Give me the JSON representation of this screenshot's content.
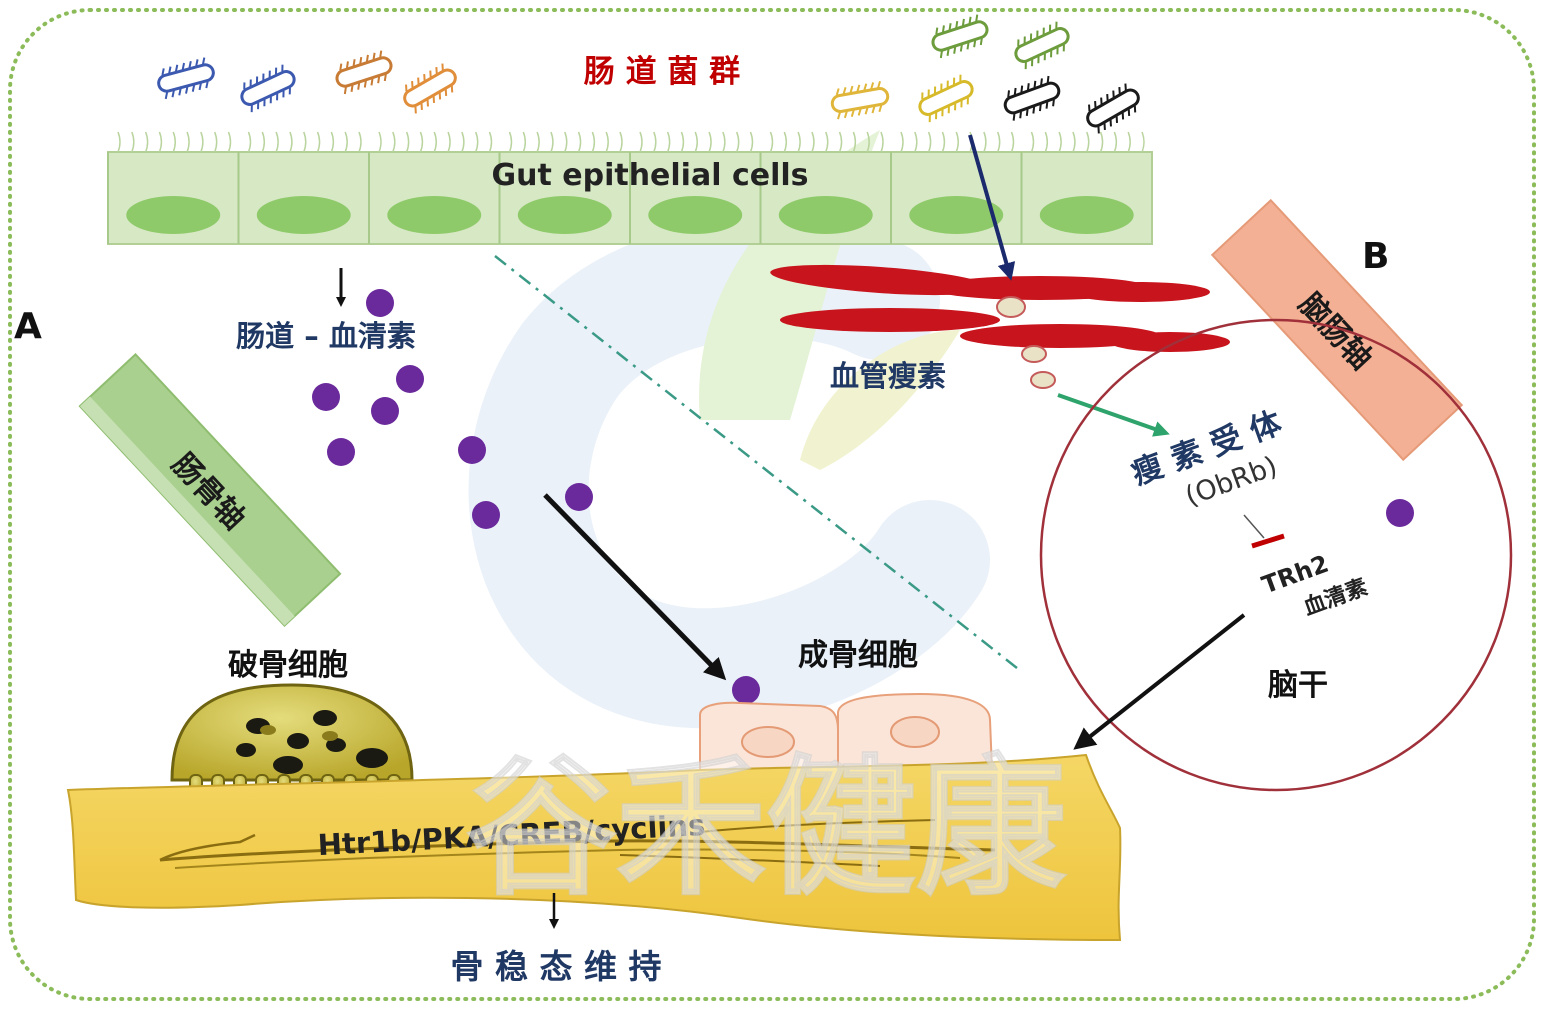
{
  "labels": {
    "gut_microbiota": "肠 道 菌 群",
    "epithelial": "Gut epithelial cells",
    "gut_serotonin": "肠道 – 血清素",
    "gut_bone_axis": "肠骨轴",
    "leptin": "血管瘦素",
    "brain_gut_axis": "脑肠轴",
    "leptin_receptor": "瘦 素 受 体",
    "obrb": "(ObRb)",
    "trh2": "TRh2",
    "brain_serotonin": "血清素",
    "brainstem": "脑干",
    "osteoclast": "破骨细胞",
    "osteoblast": "成骨细胞",
    "pathway": "Htr1b/PKA/CREB/cyclins",
    "bone_homeostasis": "骨 稳 态 维 持",
    "watermark": "谷禾健康",
    "panel_a": "A",
    "panel_b": "B"
  },
  "colors": {
    "title_red": "#c00000",
    "text_navy": "#1f3864",
    "serotonin_purple": "#6a2a9c",
    "vessel_red": "#c8141c",
    "bone_yellow": "#f2cd4f",
    "epithelium_green": "#c8dfb0",
    "border_green": "#8cbc5a",
    "arrow_teal": "#2ea36b"
  }
}
